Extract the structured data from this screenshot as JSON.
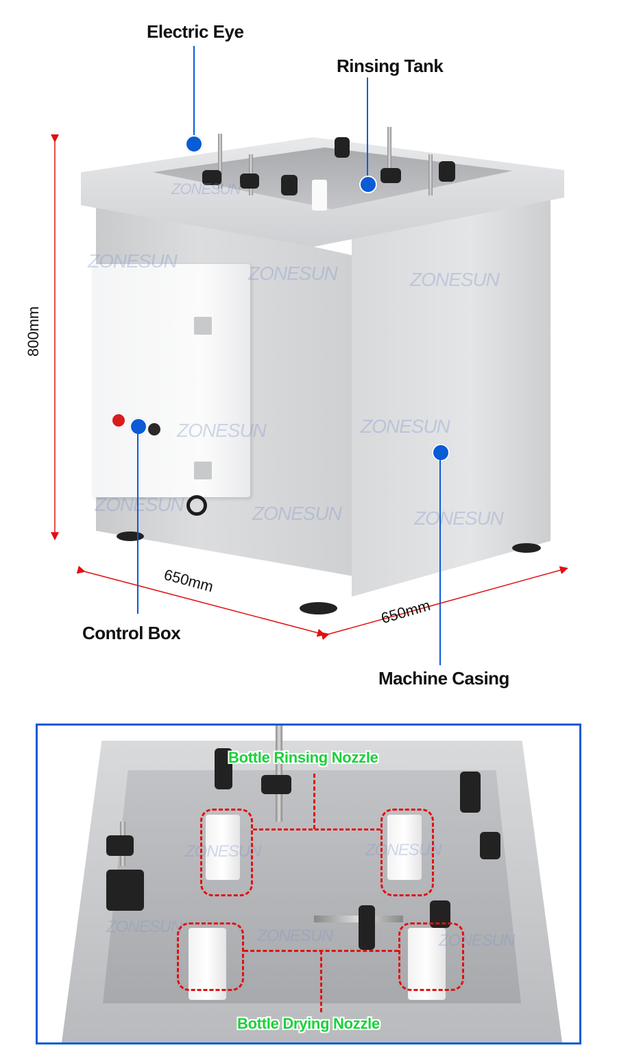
{
  "callouts": {
    "electric_eye": "Electric Eye",
    "rinsing_tank": "Rinsing Tank",
    "control_box": "Control Box",
    "machine_casing": "Machine Casing"
  },
  "dimensions": {
    "height": "800mm",
    "width_left": "650mm",
    "width_right": "650mm"
  },
  "watermark": "ZONESUN",
  "detail_panel": {
    "rinsing_label": "Bottle  Rinsing Nozzle",
    "drying_label": "Bottle Drying Nozzle"
  },
  "colors": {
    "callout_blue": "#0a5bd6",
    "dimension_red": "#e01010",
    "label_green": "#19d13a"
  }
}
